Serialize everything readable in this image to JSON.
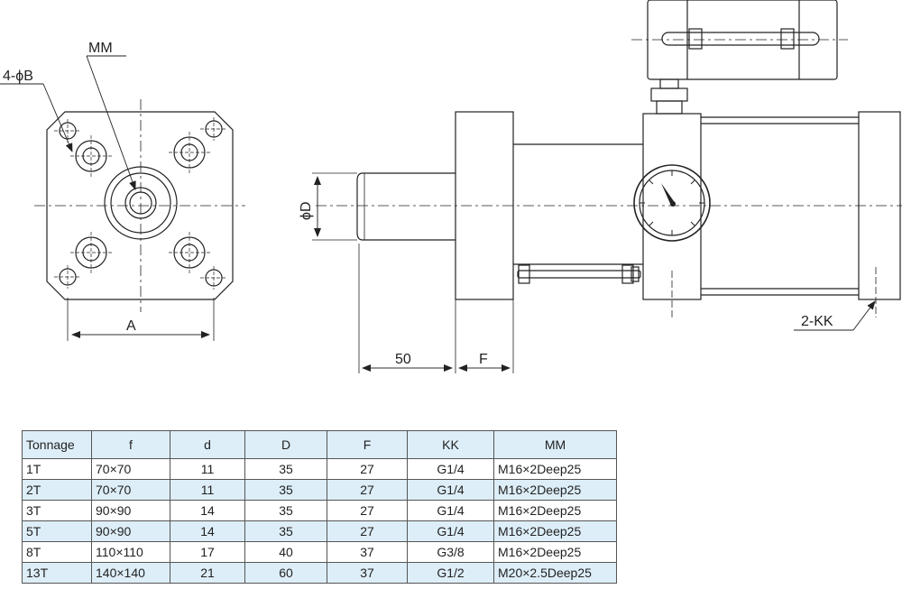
{
  "front_view": {
    "label_mm": "MM",
    "label_holes": "4-ϕB",
    "label_a": "A"
  },
  "side_view": {
    "label_d": "ϕD",
    "label_50": "50",
    "label_f": "F",
    "label_kk": "2-KK"
  },
  "table": {
    "headers": [
      "Tonnage",
      "f",
      "d",
      "D",
      "F",
      "KK",
      "MM"
    ],
    "rows": [
      [
        "1T",
        "70×70",
        "11",
        "35",
        "27",
        "G1/4",
        "M16×2Deep25"
      ],
      [
        "2T",
        "70×70",
        "11",
        "35",
        "27",
        "G1/4",
        "M16×2Deep25"
      ],
      [
        "3T",
        "90×90",
        "14",
        "35",
        "27",
        "G1/4",
        "M16×2Deep25"
      ],
      [
        "5T",
        "90×90",
        "14",
        "35",
        "27",
        "G1/4",
        "M16×2Deep25"
      ],
      [
        "8T",
        "110×110",
        "17",
        "40",
        "37",
        "G3/8",
        "M16×2Deep25"
      ],
      [
        "13T",
        "140×140",
        "21",
        "60",
        "37",
        "G1/2",
        "M20×2.5Deep25"
      ]
    ]
  }
}
